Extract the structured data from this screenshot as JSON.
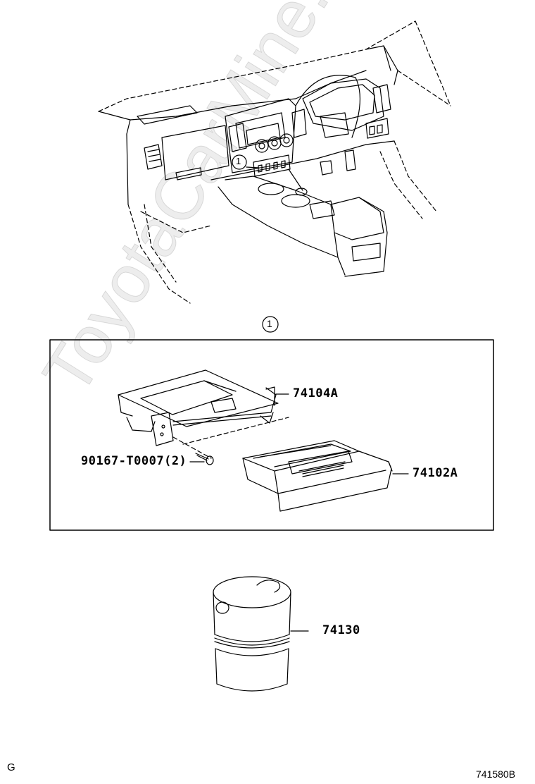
{
  "callouts": {
    "ref_1_top": "1",
    "ref_1_box": "1"
  },
  "parts": {
    "p74104a": "74104A",
    "p74102a": "74102A",
    "p90167": "90167-T0007(2)",
    "p74130": "74130"
  },
  "footer": {
    "left": "G",
    "right": "741580B"
  },
  "watermark": "ToyotaCarMine.ru"
}
